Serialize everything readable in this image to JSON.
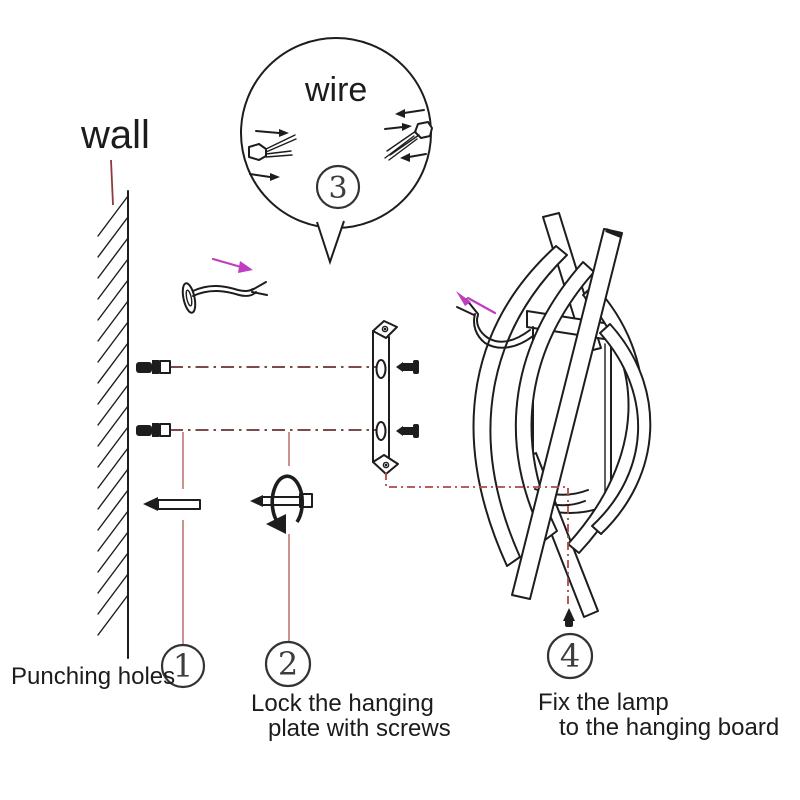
{
  "diagram": {
    "type": "wall-lamp installation instruction diagram",
    "wall_label": "wall",
    "bubble": {
      "label": "wire",
      "step_number": "3"
    },
    "steps": {
      "s1": {
        "number": "1",
        "label": "Punching holes"
      },
      "s2": {
        "number": "2",
        "label_line1": "Lock the hanging",
        "label_line2": "plate with screws"
      },
      "s4": {
        "number": "4",
        "label_line1": "Fix the lamp",
        "label_line2": "to the hanging board"
      }
    },
    "colors": {
      "ink": "#1d1d1d",
      "guide_dash_dot": "#7d4a4a",
      "guide_solid_red": "#c4807d",
      "guide_red_dotted": "#ad4a45",
      "wall_pointer_red": "#8d3a3f",
      "arrow_magenta": "#bf3ebf",
      "background": "#ffffff"
    },
    "icons": [
      "wall-hatching",
      "speech-bubble",
      "wire-connector",
      "wall-anchor",
      "drill-bit",
      "screw-rotation",
      "hanging-plate",
      "screw",
      "lamp-wire",
      "spiral-lamp"
    ]
  }
}
